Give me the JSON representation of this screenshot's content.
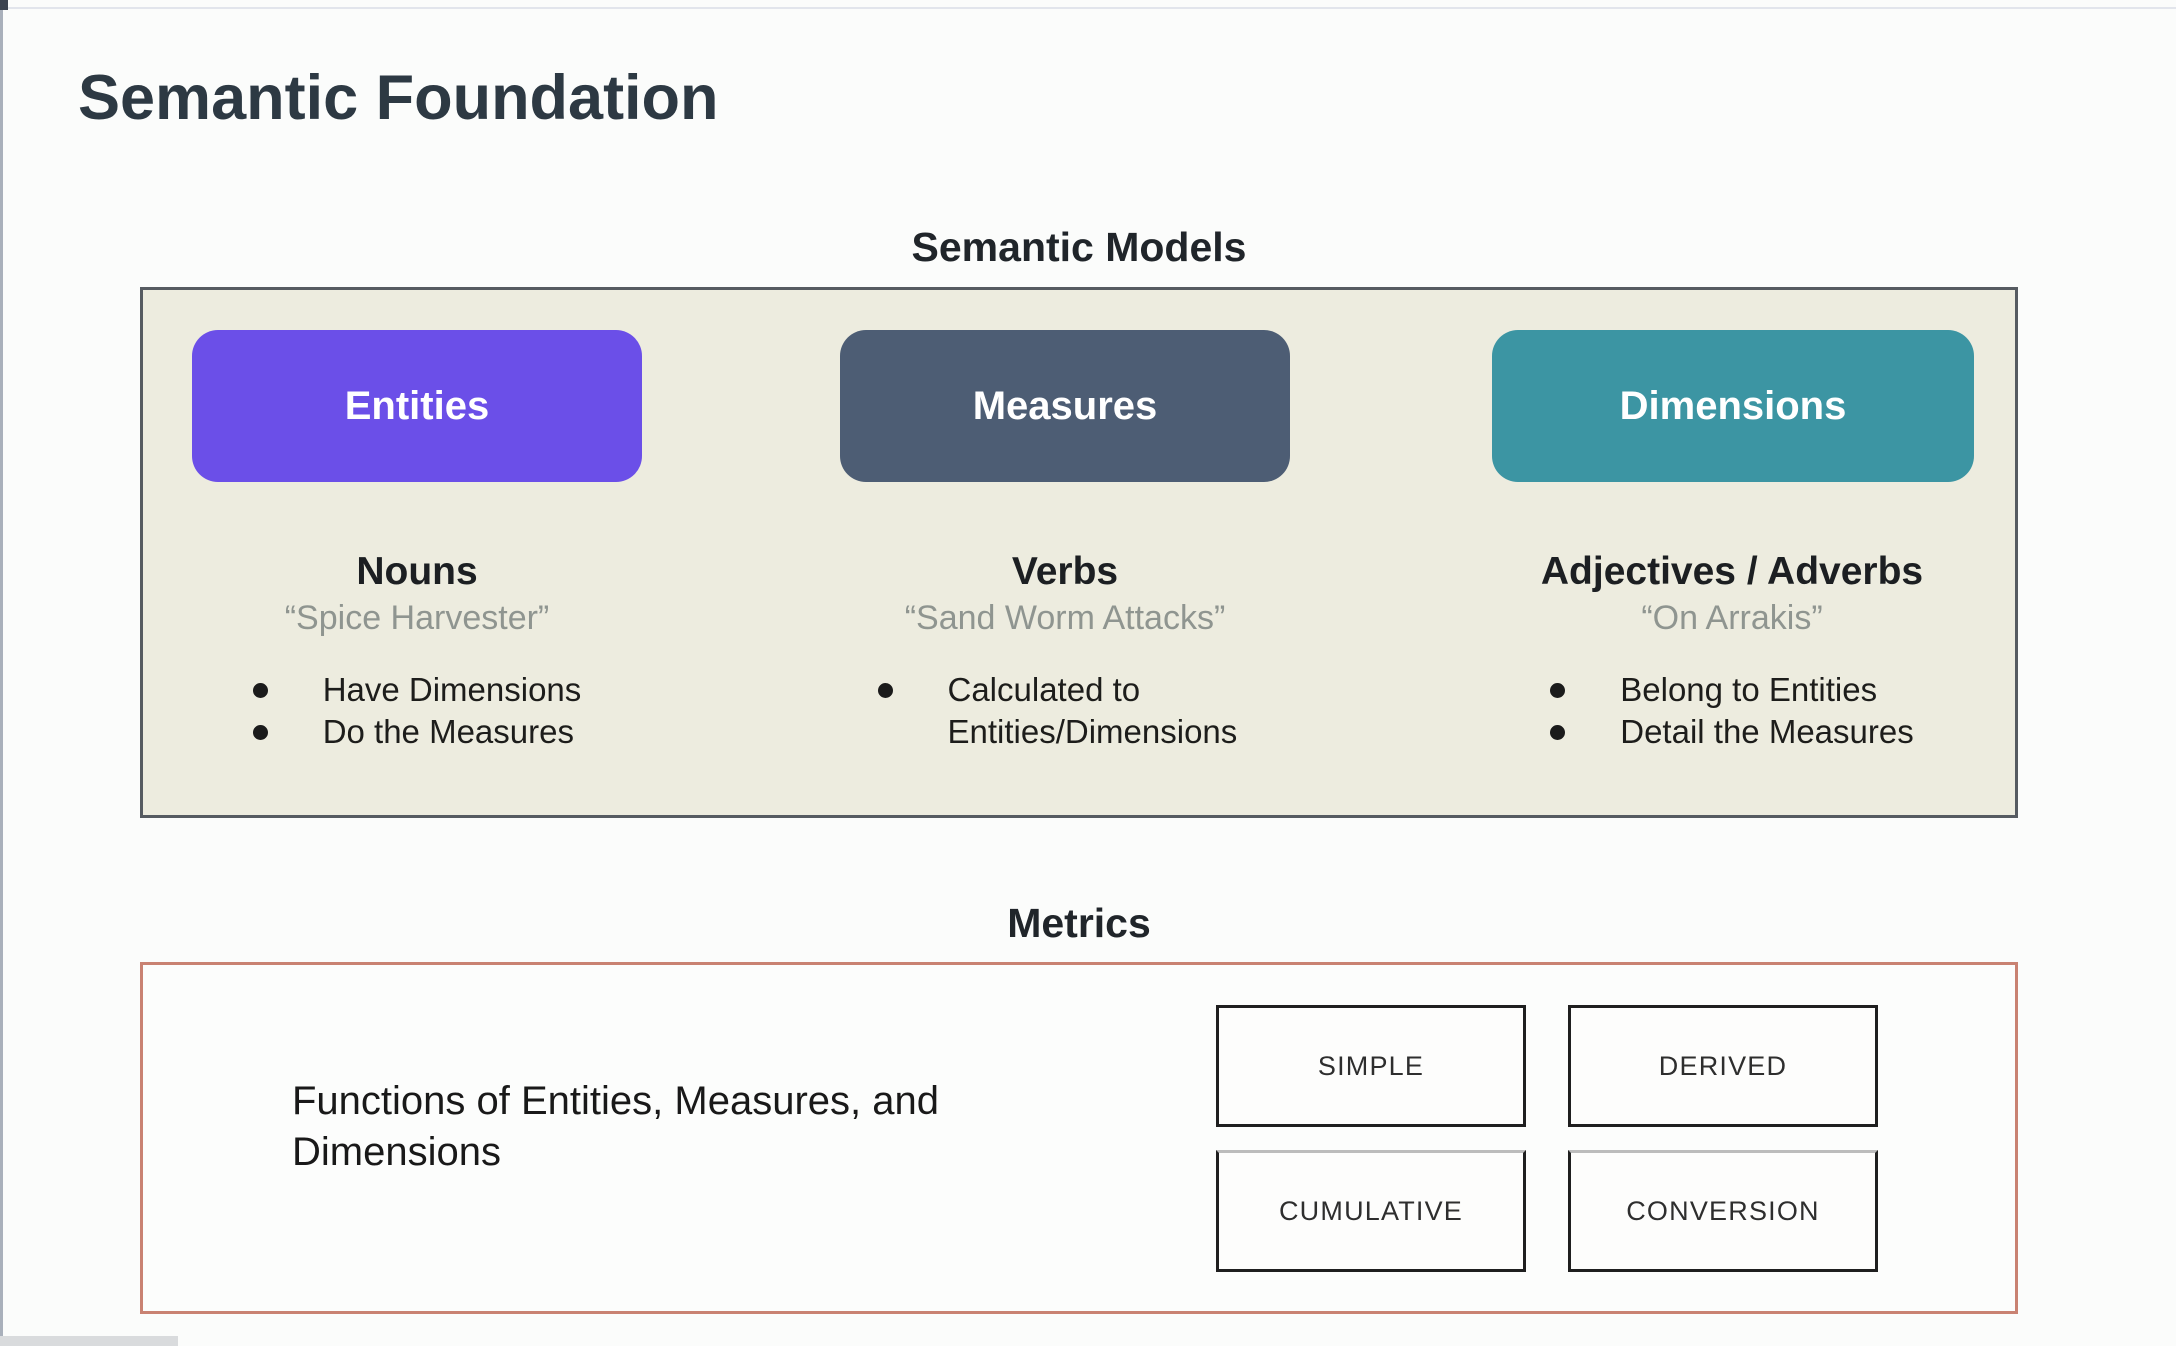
{
  "page": {
    "title": "Semantic Foundation"
  },
  "colors": {
    "page_background": "#fbfcfb",
    "models_panel_fill": "#edecdf",
    "models_panel_border": "#565b61",
    "entities_pill": "#6b4fe8",
    "measures_pill": "#4d5d74",
    "dimensions_pill": "#3c95a3",
    "metrics_panel_border": "#c98272",
    "heading_text": "#20252a",
    "quote_text": "#8f9590",
    "body_text": "#1d1d1b"
  },
  "models": {
    "heading": "Semantic Models",
    "columns": [
      {
        "button": "Entities",
        "word_type": "Nouns",
        "example": "“Spice Harvester”",
        "bullets": [
          "Have Dimensions",
          "Do the Measures"
        ]
      },
      {
        "button": "Measures",
        "word_type": "Verbs",
        "example": "“Sand Worm Attacks”",
        "bullets": [
          "Calculated to Entities/Dimensions"
        ]
      },
      {
        "button": "Dimensions",
        "word_type": "Adjectives / Adverbs",
        "example": "“On Arrakis”",
        "bullets": [
          "Belong to Entities",
          "Detail the Measures"
        ]
      }
    ]
  },
  "metrics": {
    "heading": "Metrics",
    "description": "Functions of Entities, Measures, and Dimensions",
    "types": [
      "SIMPLE",
      "DERIVED",
      "CUMULATIVE",
      "CONVERSION"
    ]
  }
}
